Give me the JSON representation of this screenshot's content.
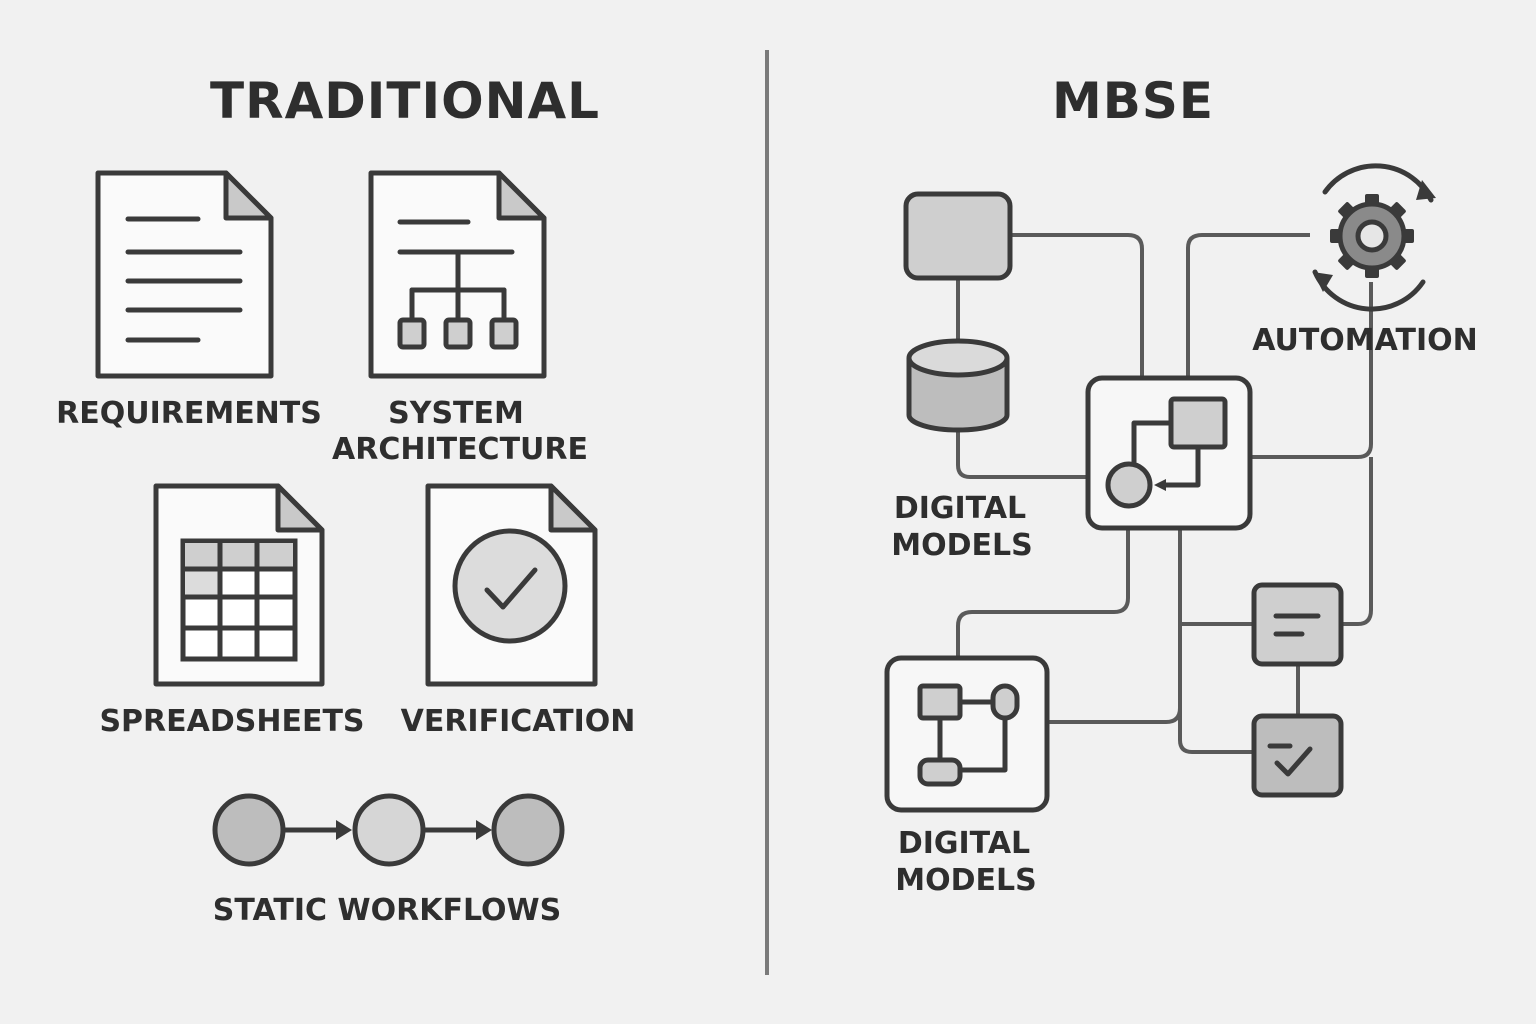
{
  "traditional": {
    "title": "TRADITIONAL",
    "items": [
      {
        "label": "REQUIREMENTS"
      },
      {
        "label_line1": "SYSTEM",
        "label_line2": "ARCHITECTURE"
      },
      {
        "label": "SPREADSHEETS"
      },
      {
        "label": "VERIFICATION"
      }
    ],
    "workflow_label": "STATIC WORKFLOWS"
  },
  "mbse": {
    "title": "MBSE",
    "automation_label": "AUTOMATION",
    "digital_models_top": {
      "line1": "DIGITAL",
      "line2": "MODELS"
    },
    "digital_models_bottom": {
      "line1": "DIGITAL",
      "line2": "MODELS"
    }
  }
}
